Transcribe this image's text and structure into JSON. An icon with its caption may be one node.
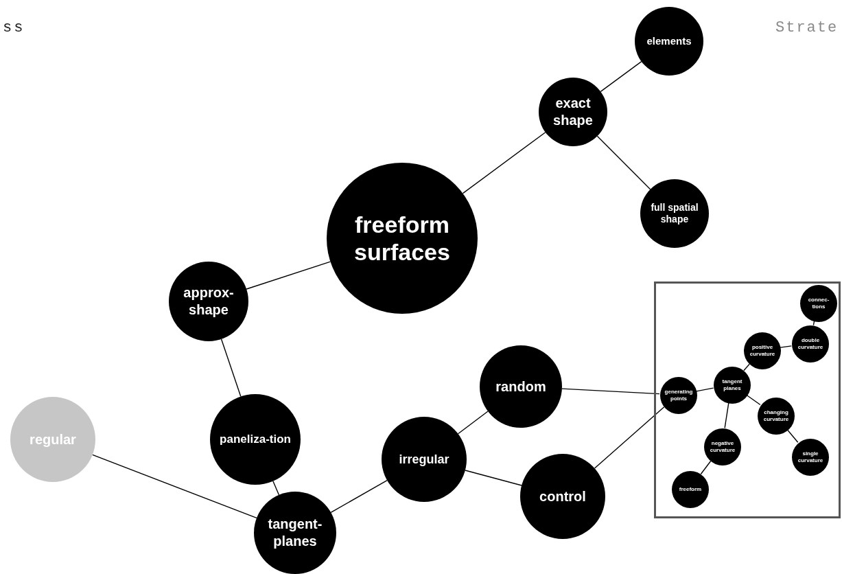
{
  "diagram": {
    "nodes": [
      {
        "text": [
          "freeform surfaces"
        ]
      },
      {
        "text": [
          "exact shape"
        ]
      },
      {
        "text": [
          "elements"
        ]
      },
      {
        "text": [
          "full spatial shape"
        ]
      },
      {
        "text": [
          "approx-shape"
        ]
      },
      {
        "text": [
          "paneliza-tion"
        ]
      },
      {
        "text": [
          "tangent-planes"
        ]
      },
      {
        "text": [
          "regular"
        ]
      },
      {
        "text": [
          "irregular"
        ]
      },
      {
        "text": [
          "random"
        ]
      },
      {
        "text": [
          "control"
        ]
      },
      {
        "text": [],
        "shape": "box"
      },
      {
        "text": [
          "generating points"
        ],
        "in": 11
      },
      {
        "text": [
          "tangent planes"
        ],
        "in": 11
      },
      {
        "text": [
          "positive curvature"
        ],
        "in": 11
      },
      {
        "text": [
          "double curvature"
        ],
        "in": 11
      },
      {
        "text": [
          "connec-tions"
        ],
        "in": 11
      },
      {
        "text": [
          "changing curvature"
        ],
        "in": 11
      },
      {
        "text": [
          "single curvature"
        ],
        "in": 11
      },
      {
        "text": [
          "negative curvature"
        ],
        "in": 11
      },
      {
        "text": [
          "freeform"
        ],
        "in": 11
      }
    ],
    "edges": [
      {
        "from": 0,
        "to": 1,
        "arrow": "none"
      },
      {
        "from": 1,
        "to": 2,
        "arrow": "none"
      },
      {
        "from": 1,
        "to": 3,
        "arrow": "none"
      },
      {
        "from": 0,
        "to": 4,
        "arrow": "none"
      },
      {
        "from": 4,
        "to": 5,
        "arrow": "none"
      },
      {
        "from": 5,
        "to": 6,
        "arrow": "none"
      },
      {
        "from": 7,
        "to": 6,
        "arrow": "none"
      },
      {
        "from": 6,
        "to": 8,
        "arrow": "none"
      },
      {
        "from": 8,
        "to": 9,
        "arrow": "none"
      },
      {
        "from": 8,
        "to": 10,
        "arrow": "none"
      },
      {
        "from": 9,
        "to": 12,
        "arrow": "none"
      },
      {
        "from": 10,
        "to": 12,
        "arrow": "none"
      },
      {
        "from": 12,
        "to": 13,
        "arrow": "none"
      },
      {
        "from": 13,
        "to": 14,
        "arrow": "none"
      },
      {
        "from": 14,
        "to": 15,
        "arrow": "none"
      },
      {
        "from": 15,
        "to": 16,
        "arrow": "none"
      },
      {
        "from": 13,
        "to": 17,
        "arrow": "none"
      },
      {
        "from": 17,
        "to": 18,
        "arrow": "none"
      },
      {
        "from": 13,
        "to": 19,
        "arrow": "none"
      },
      {
        "from": 19,
        "to": 20,
        "arrow": "none"
      }
    ],
    "labels": [
      "ss",
      "Strate"
    ]
  }
}
